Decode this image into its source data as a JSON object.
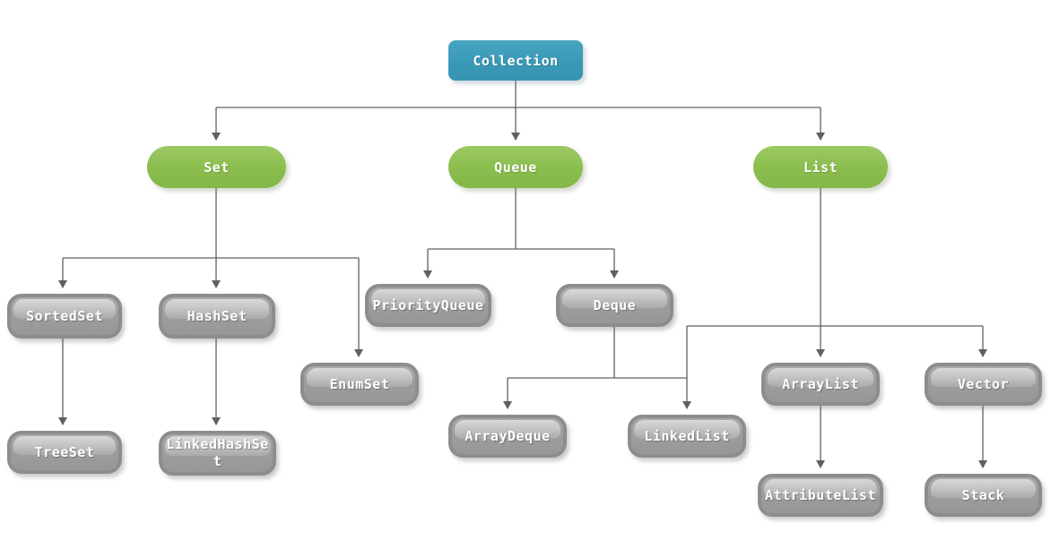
{
  "diagram": {
    "type": "hierarchy-tree",
    "subject": "Java Collection framework class hierarchy",
    "colors": {
      "root_fill": "#3a99b6",
      "branch_fill": "#8abd4e",
      "leaf_fill": "#9d9d9d",
      "leaf_border": "#8d8d8d",
      "connector": "#606060",
      "text": "#ffffff",
      "background": "#ffffff"
    },
    "nodes": {
      "collection": {
        "label": "Collection",
        "level": "root"
      },
      "set": {
        "label": "Set",
        "level": "branch"
      },
      "queue": {
        "label": "Queue",
        "level": "branch"
      },
      "list": {
        "label": "List",
        "level": "branch"
      },
      "sortedset": {
        "label": "SortedSet",
        "level": "leaf"
      },
      "hashset": {
        "label": "HashSet",
        "level": "leaf"
      },
      "priorityqueue": {
        "label": "PriorityQueue",
        "level": "leaf"
      },
      "deque": {
        "label": "Deque",
        "level": "leaf"
      },
      "enumset": {
        "label": "EnumSet",
        "level": "leaf"
      },
      "treeset": {
        "label": "TreeSet",
        "level": "leaf"
      },
      "linkedhashset": {
        "label": "LinkedHashSet",
        "level": "leaf"
      },
      "arraydeque": {
        "label": "ArrayDeque",
        "level": "leaf"
      },
      "linkedlist": {
        "label": "LinkedList",
        "level": "leaf"
      },
      "arraylist": {
        "label": "ArrayList",
        "level": "leaf"
      },
      "vector": {
        "label": "Vector",
        "level": "leaf"
      },
      "attributelist": {
        "label": "AttributeList",
        "level": "leaf"
      },
      "stack": {
        "label": "Stack",
        "level": "leaf"
      }
    },
    "edges": [
      {
        "from": "Collection",
        "to": "Set"
      },
      {
        "from": "Collection",
        "to": "Queue"
      },
      {
        "from": "Collection",
        "to": "List"
      },
      {
        "from": "Set",
        "to": "SortedSet"
      },
      {
        "from": "Set",
        "to": "HashSet"
      },
      {
        "from": "Set",
        "to": "EnumSet"
      },
      {
        "from": "SortedSet",
        "to": "TreeSet"
      },
      {
        "from": "HashSet",
        "to": "LinkedHashSet"
      },
      {
        "from": "Queue",
        "to": "PriorityQueue"
      },
      {
        "from": "Queue",
        "to": "Deque"
      },
      {
        "from": "Deque",
        "to": "ArrayDeque"
      },
      {
        "from": "Deque",
        "to": "LinkedList"
      },
      {
        "from": "List",
        "to": "LinkedList"
      },
      {
        "from": "List",
        "to": "ArrayList"
      },
      {
        "from": "List",
        "to": "Vector"
      },
      {
        "from": "ArrayList",
        "to": "AttributeList"
      },
      {
        "from": "Vector",
        "to": "Stack"
      }
    ]
  }
}
